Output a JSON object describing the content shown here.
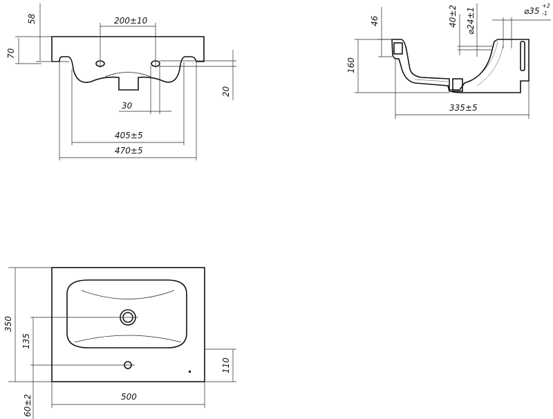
{
  "front_view": {
    "dims": {
      "top_height": "58",
      "total_height": "70",
      "tap_spacing": "200±10",
      "hole_offset": "20",
      "hole_width": "30",
      "inner_width": "405±5",
      "outer_width": "470±5"
    }
  },
  "side_view": {
    "dims": {
      "rim": "46",
      "depth": "160",
      "overflow_height": "40±2",
      "drain_dia": "⌀24±1",
      "tap_dia": "⌀35",
      "tap_tol_upper": "+2",
      "tap_tol_lower": "-1",
      "length": "335±5"
    }
  },
  "top_view": {
    "dims": {
      "depth": "350",
      "drain_offset": "135",
      "tap_offset": "110",
      "width": "500",
      "back_offset": "60±2"
    }
  }
}
